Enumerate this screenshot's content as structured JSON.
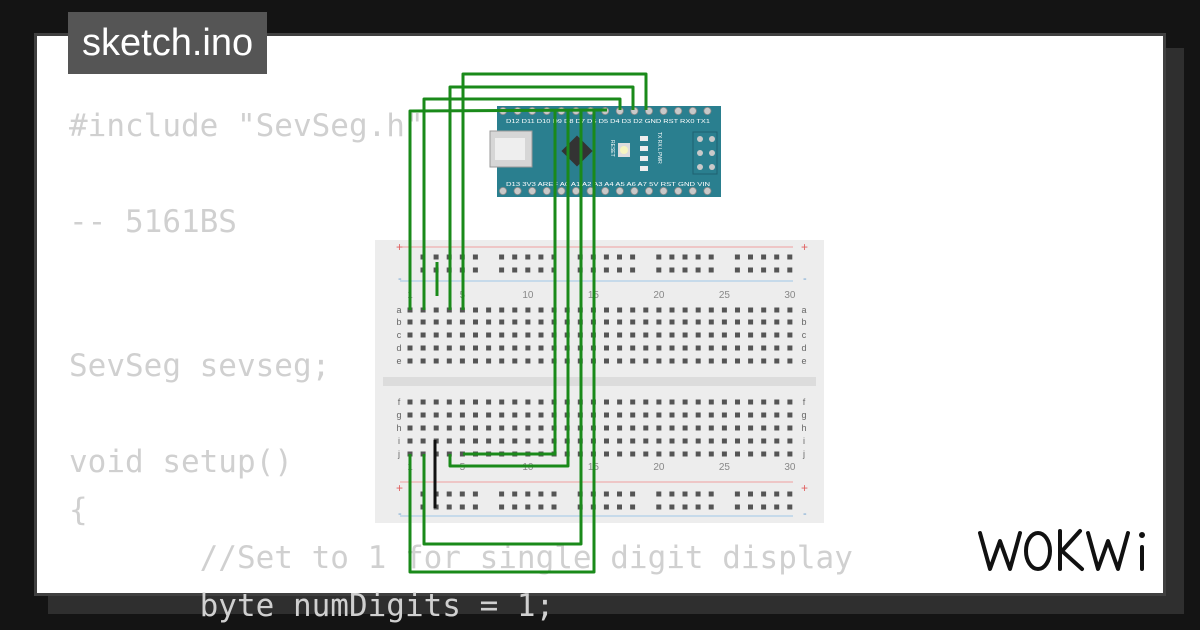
{
  "tab": {
    "label": "sketch.ino"
  },
  "code": {
    "lines": [
      "#include \"SevSeg.h\"",
      "",
      "-- 5161BS",
      "",
      "",
      "SevSeg sevseg;",
      "",
      "void setup()",
      "{",
      "       //Set to 1 for single digit display",
      "       byte numDigits = 1;"
    ]
  },
  "breadboard": {
    "column_numbers": [
      "1",
      "5",
      "10",
      "15",
      "20",
      "25",
      "30"
    ],
    "row_letters_top": [
      "a",
      "b",
      "c",
      "d",
      "e"
    ],
    "row_letters_bottom": [
      "f",
      "g",
      "h",
      "i",
      "j"
    ],
    "plus_sign": "+",
    "minus_sign": "-"
  },
  "arduino": {
    "top_pin_labels": "D12 D11 D10 D9 D8 D7 D6 D5 D4 D3 D2 GND RST RX0 TX1",
    "bottom_pin_labels": "D13 3V3 AREF A0 A1 A2 A3 A4 A5 A6 A7 5V RST GND VIN",
    "reset_label": "RESET",
    "led_labels": "TX RX L PWR"
  },
  "brand": {
    "logo_text": "WOKWi"
  },
  "colors": {
    "background": "#141414",
    "card": "#ffffff",
    "code_text": "#d0d0d0",
    "tab_bg": "#555555",
    "wire": "#1a8a1a",
    "arduino_board": "#2a7f8f",
    "breadboard": "#ededed"
  }
}
